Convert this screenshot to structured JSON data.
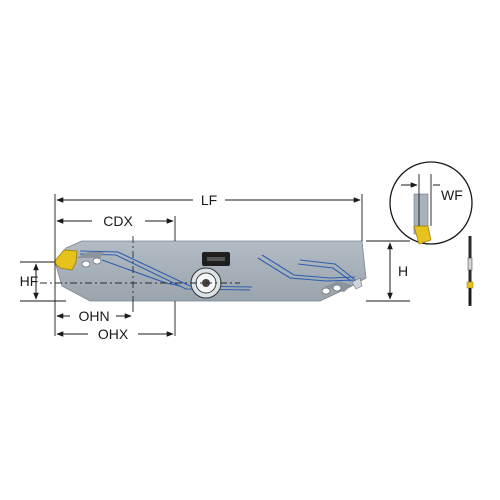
{
  "dimensions": {
    "lf": "LF",
    "cdx": "CDX",
    "hf": "HF",
    "h": "H",
    "ohn": "OHN",
    "ohx": "OHX",
    "wf": "WF"
  },
  "colors": {
    "body": "#a9b2ba",
    "body_shade": "#8f99a3",
    "insert": "#e8c21c",
    "coolant": "#2f5fb0",
    "line": "#1a1a1a"
  }
}
